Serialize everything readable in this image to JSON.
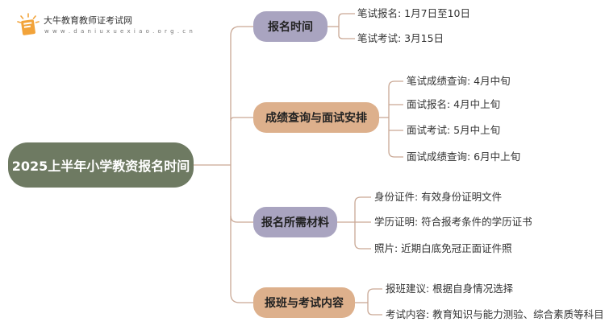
{
  "logo": {
    "title": "大牛教育教师证考试网",
    "url": "w w w . d a n i u x u e x i a o . o r g . c n"
  },
  "root": {
    "label": "2025上半年小学教资报名时间"
  },
  "branches": [
    {
      "label": "报名时间",
      "color": "#a9a4c0",
      "items": [
        "笔试报名: 1月7日至10日",
        "笔试考试: 3月15日"
      ]
    },
    {
      "label": "成绩查询与面试安排",
      "color": "#ddb08c",
      "items": [
        "笔试成绩查询: 4月中旬",
        "面试报名: 4月中上旬",
        "面试考试: 5月中上旬",
        "面试成绩查询: 6月中上旬"
      ]
    },
    {
      "label": "报名所需材料",
      "color": "#a9a4c0",
      "items": [
        "身份证件: 有效身份证明文件",
        "学历证明: 符合报考条件的学历证书",
        "照片: 近期白底免冠正面证件照"
      ]
    },
    {
      "label": "报班与考试内容",
      "color": "#ddb08c",
      "items": [
        "报班建议: 根据自身情况选择",
        "考试内容: 教育知识与能力测验、综合素质等科目"
      ]
    }
  ],
  "colors": {
    "root": "#6e7a62",
    "connector": "#c9a895"
  }
}
